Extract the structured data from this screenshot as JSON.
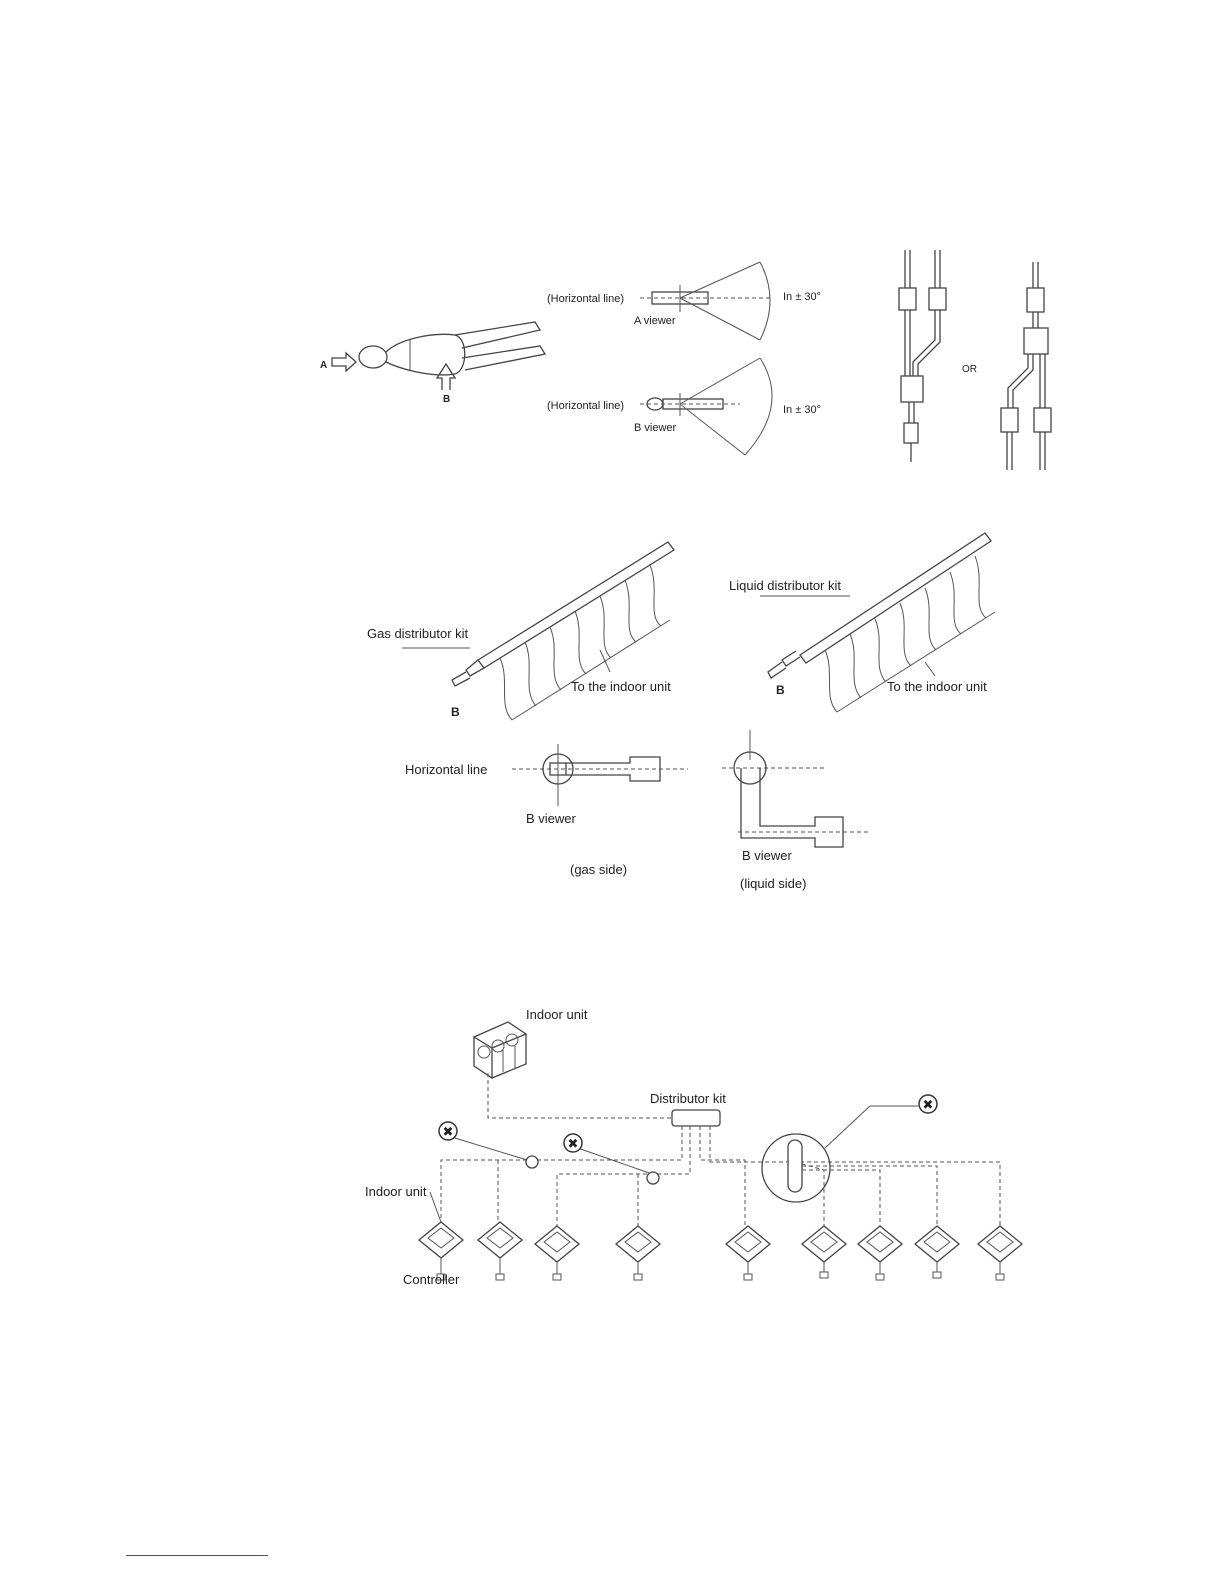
{
  "figure1": {
    "label_a": "A",
    "label_b": "B",
    "a_view": {
      "horizontal_line": "(Horizontal line)",
      "viewer": "A viewer",
      "angle": "In ± 30°"
    },
    "b_view": {
      "horizontal_line": "(Horizontal line)",
      "viewer": "B viewer",
      "angle": "In ± 30°"
    },
    "or_label": "OR"
  },
  "figure2": {
    "gas_kit": "Gas distributor kit",
    "liquid_kit": "Liquid distributor kit",
    "to_indoor_left": "To the indoor unit",
    "to_indoor_right": "To the indoor unit",
    "label_b_left": "B",
    "label_b_right": "B",
    "horizontal_line": "Horizontal line",
    "b_viewer_gas": "B viewer",
    "gas_side": "(gas side)",
    "b_viewer_liquid": "B viewer",
    "liquid_side": "(liquid side)"
  },
  "figure3": {
    "indoor_unit_top": "Indoor unit",
    "distributor_kit": "Distributor kit",
    "indoor_unit_left": "Indoor unit",
    "controller": "Controller",
    "prohibited_mark": "✖"
  }
}
